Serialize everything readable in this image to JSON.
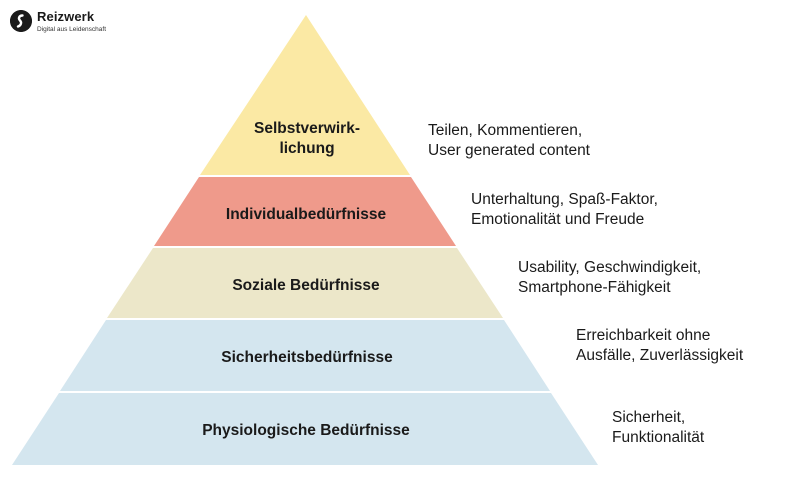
{
  "brand": {
    "name": "Reizwerk",
    "tagline": "Digital aus Leidenschaft",
    "icon": "reizwerk-logo-icon"
  },
  "colors": {
    "selbstverwirklichung": "#fbe9a4",
    "individual": "#ef9a8b",
    "soziale": "#ece7c9",
    "sicherheit": "#d4e6ef",
    "physiologisch": "#d4e6ef"
  },
  "pyramid": {
    "levels": [
      {
        "id": "selbstverwirklichung",
        "label_lines": [
          "Selbstverwirk-",
          "lichung"
        ],
        "description_lines": [
          "Teilen, Kommentieren,",
          "User generated content"
        ]
      },
      {
        "id": "individual",
        "label_lines": [
          "Individualbedürfnisse"
        ],
        "description_lines": [
          "Unterhaltung, Spaß-Faktor,",
          "Emotionalität und Freude"
        ]
      },
      {
        "id": "soziale",
        "label_lines": [
          "Soziale Bedürfnisse"
        ],
        "description_lines": [
          "Usability, Geschwindigkeit,",
          "Smartphone-Fähigkeit"
        ]
      },
      {
        "id": "sicherheit",
        "label_lines": [
          "Sicherheitsbedürfnisse"
        ],
        "description_lines": [
          "Erreichbarkeit ohne",
          "Ausfälle, Zuverlässigkeit"
        ]
      },
      {
        "id": "physiologisch",
        "label_lines": [
          "Physiologische Bedürfnisse"
        ],
        "description_lines": [
          "Sicherheit,",
          "Funktionalität"
        ]
      }
    ]
  }
}
